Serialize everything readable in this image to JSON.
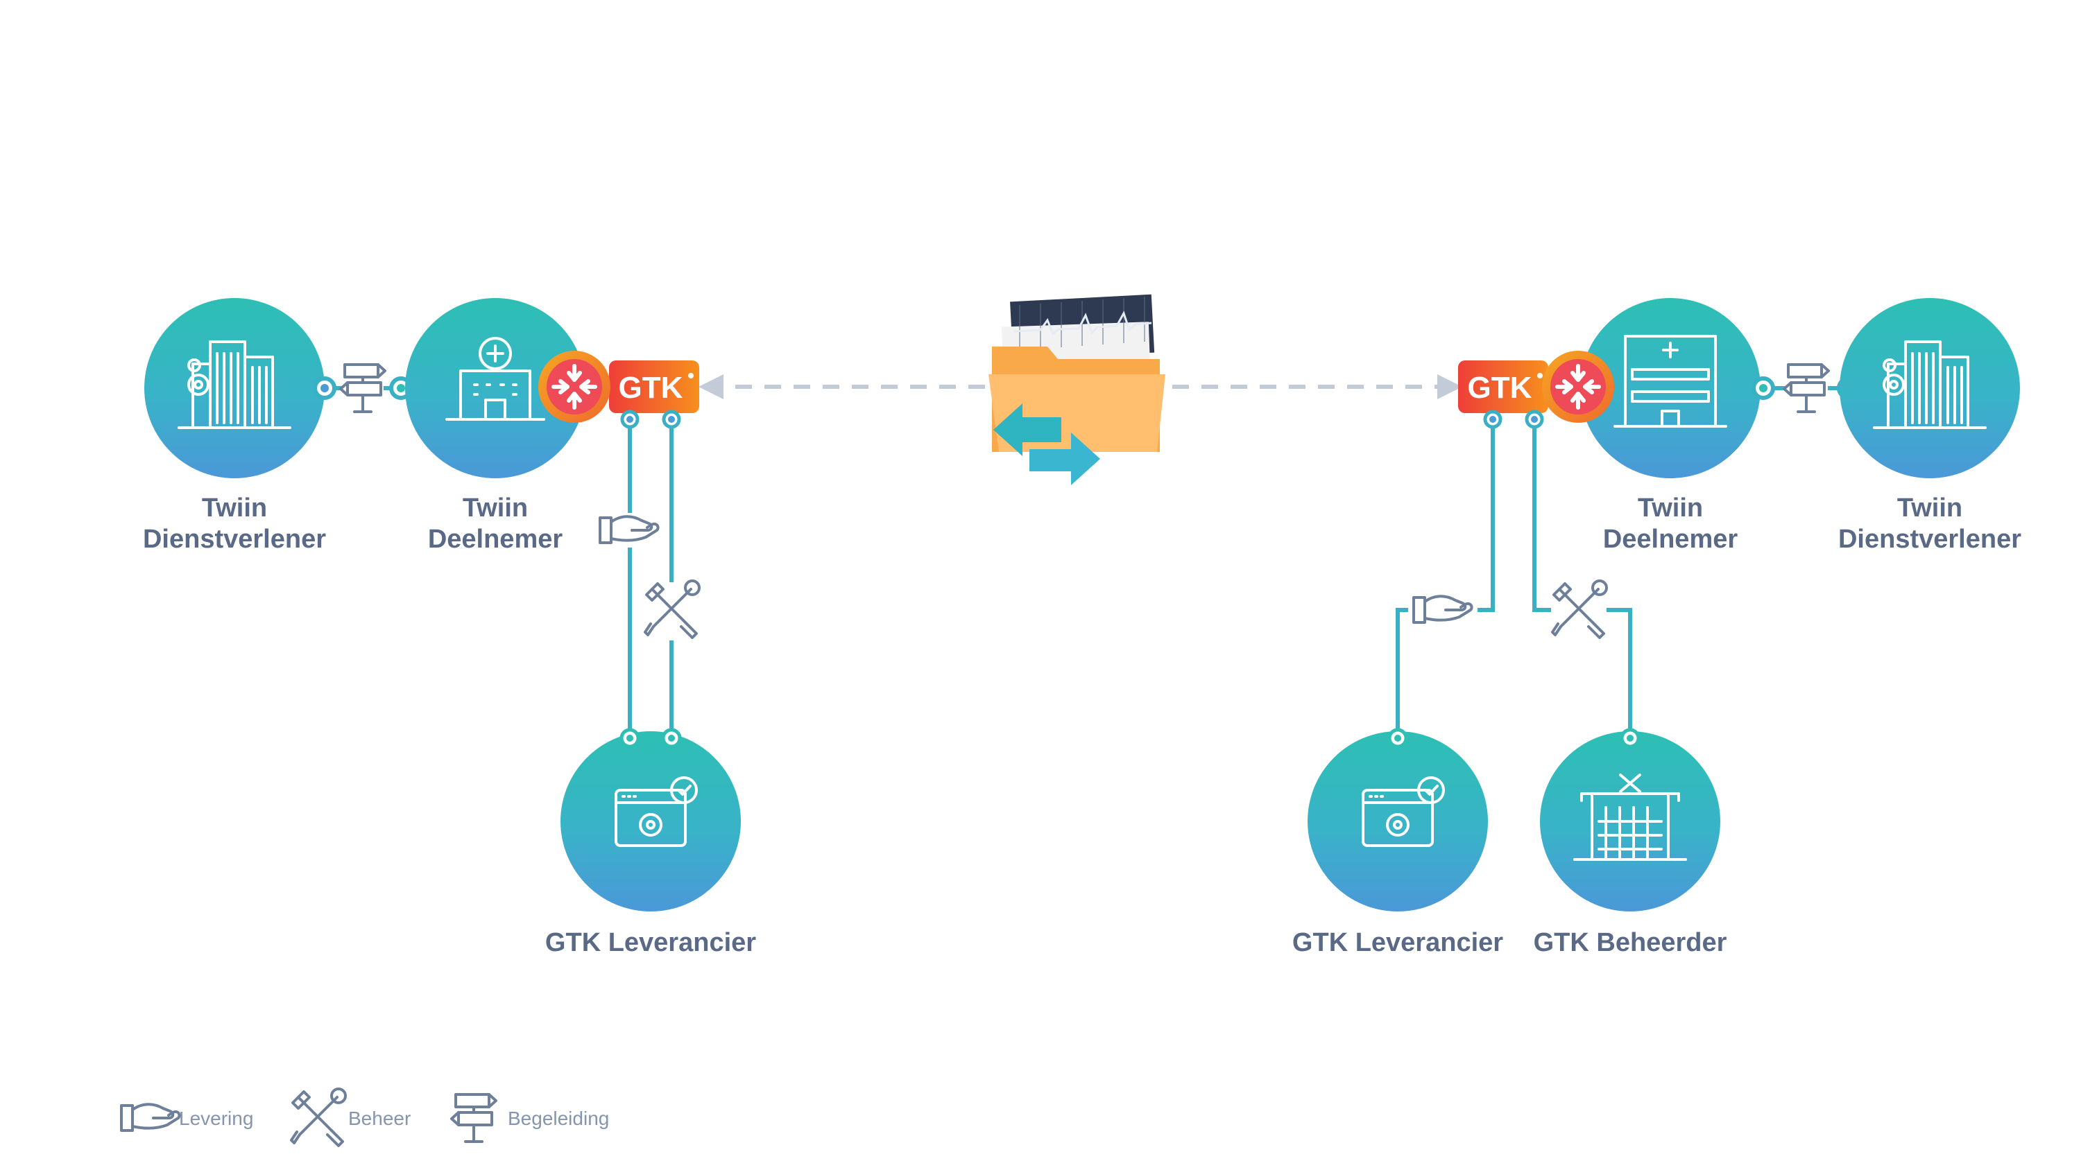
{
  "nodes": {
    "left_dienstverlener": {
      "line1": "Twiin",
      "line2": "Dienstverlener"
    },
    "left_deelnemer": {
      "line1": "Twiin",
      "line2": "Deelnemer"
    },
    "left_leverancier": {
      "label": "GTK Leverancier"
    },
    "right_deelnemer": {
      "line1": "Twiin",
      "line2": "Deelnemer"
    },
    "right_dienstverlener": {
      "line1": "Twiin",
      "line2": "Dienstverlener"
    },
    "right_leverancier": {
      "label": "GTK Leverancier"
    },
    "right_beheerder": {
      "label": "GTK Beheerder"
    }
  },
  "gtk_badge": {
    "label": "GTK"
  },
  "legend": {
    "levering": "Levering",
    "beheer": "Beheer",
    "begeleiding": "Begeleiding"
  },
  "icons": {
    "dienstverlener": "office-building-gear-icon",
    "deelnemer_left": "hospital-icon",
    "deelnemer_right": "hospital-icon",
    "leverancier": "app-window-gear-icon",
    "beheerder": "building-tools-icon",
    "levering": "hand-icon",
    "beheer": "tools-icon",
    "begeleiding": "signpost-icon",
    "exchange": "folder-ecg-icon"
  },
  "colors": {
    "teal": "#2dbfb4",
    "blue": "#4a9bd6",
    "line": "#3ab0c4",
    "gtk_orange": "#f47a20",
    "gtk_red": "#e8453c",
    "dash": "#c4cbd8",
    "label": "#5a6a86",
    "folder": "#ffb862"
  }
}
